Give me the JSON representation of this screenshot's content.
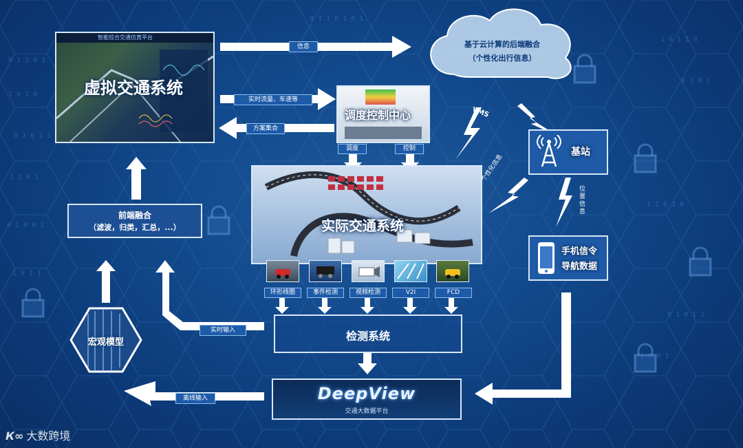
{
  "virtual_system": {
    "title": "虚拟交通系统",
    "header": "智能综合交通仿真平台"
  },
  "cloud": {
    "line1": "基于云计算的后端融合",
    "line2": "（个性化出行信息）"
  },
  "arrows": {
    "info": "信息",
    "realtime_flow": "实时流量、车速等",
    "plan_set": "方案集合",
    "dispatch": "调度",
    "control": "控制",
    "realtime_input": "实时输入",
    "offline_input": "离线输入",
    "vms": "VMS",
    "personal_info": "个性化信息",
    "position_info": "位置信息"
  },
  "control_center": {
    "title": "调度控制中心"
  },
  "base_station": {
    "label": "基站"
  },
  "phone_data": {
    "line1": "手机信令",
    "line2": "导航数据"
  },
  "front_fusion": {
    "line1": "前端融合",
    "line2": "（滤波，归类，汇总，...）"
  },
  "actual_system": {
    "title": "实际交通系统"
  },
  "detectors": [
    {
      "label": "环形线圈"
    },
    {
      "label": "事件检测"
    },
    {
      "label": "视频检测"
    },
    {
      "label": "V2I"
    },
    {
      "label": "FCD"
    }
  ],
  "detection_system": {
    "title": "检测系统"
  },
  "macro_model": {
    "title": "宏观模型"
  },
  "deepview": {
    "logo": "DeepView",
    "subtitle": "交通大数据平台"
  },
  "watermark": {
    "text": "大数跨境"
  },
  "colors": {
    "background": "#134b8e",
    "arrow": "#ffffff",
    "tag": "#1d5aa8"
  }
}
